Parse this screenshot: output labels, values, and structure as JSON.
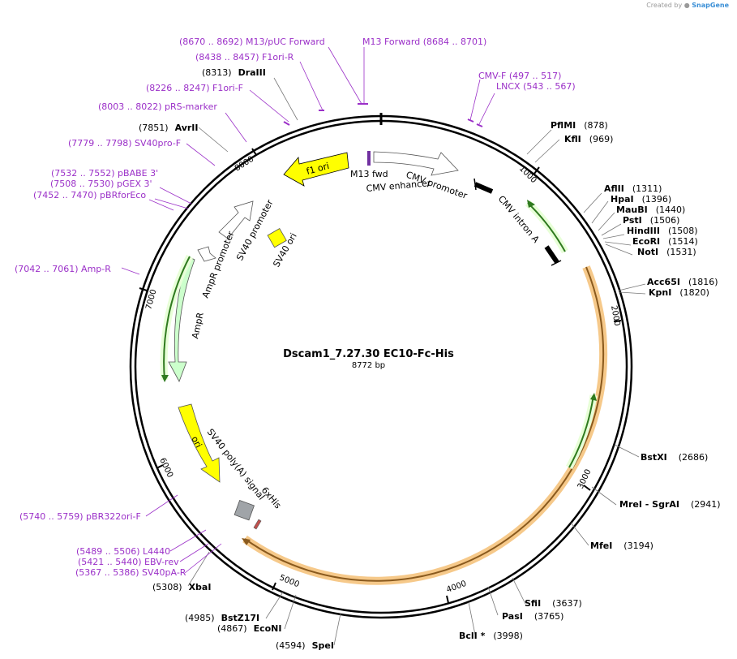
{
  "credit": {
    "prefix": "Created by",
    "brand": "SnapGene"
  },
  "plasmid": {
    "name": "Dscam1_7.27.30 EC10-Fc-His",
    "length_label": "8772 bp"
  },
  "ticks": [
    "1000",
    "2000",
    "3000",
    "4000",
    "5000",
    "6000",
    "7000",
    "8000"
  ],
  "sites": [
    {
      "name": "PflMI",
      "pos": "(878)"
    },
    {
      "name": "KflI",
      "pos": "(969)"
    },
    {
      "name": "AflII",
      "pos": "(1311)"
    },
    {
      "name": "HpaI",
      "pos": "(1396)"
    },
    {
      "name": "MauBI",
      "pos": "(1440)"
    },
    {
      "name": "PstI",
      "pos": "(1506)"
    },
    {
      "name": "HindIII",
      "pos": "(1508)"
    },
    {
      "name": "EcoRI",
      "pos": "(1514)"
    },
    {
      "name": "NotI",
      "pos": "(1531)"
    },
    {
      "name": "Acc65I",
      "pos": "(1816)"
    },
    {
      "name": "KpnI",
      "pos": "(1820)"
    },
    {
      "name": "BstXI",
      "pos": "(2686)"
    },
    {
      "name": "MreI  - SgrAI",
      "pos": "(2941)"
    },
    {
      "name": "MfeI",
      "pos": "(3194)"
    },
    {
      "name": "SfiI",
      "pos": "(3637)"
    },
    {
      "name": "PasI",
      "pos": "(3765)"
    },
    {
      "name": "BclI *",
      "pos": "(3998)"
    },
    {
      "name": "SpeI",
      "pos": "(4594)"
    },
    {
      "name": "EcoNI",
      "pos": "(4867)"
    },
    {
      "name": "BstZ17I",
      "pos": "(4985)"
    },
    {
      "name": "XbaI",
      "pos": "(5308)"
    },
    {
      "name": "AvrII",
      "pos": "(7851)"
    },
    {
      "name": "DraIII",
      "pos": "(8313)"
    }
  ],
  "primers": [
    {
      "text": "(8670 .. 8692)  M13/pUC Forward"
    },
    {
      "text": "M13 Forward   (8684 .. 8701)"
    },
    {
      "text": "(8438 .. 8457)  F1ori-R"
    },
    {
      "text": "(8226 .. 8247)  F1ori-F"
    },
    {
      "text": "(8003 .. 8022)  pRS-marker"
    },
    {
      "text": "(7779 .. 7798)  SV40pro-F"
    },
    {
      "text": "(7532 .. 7552)  pBABE 3'"
    },
    {
      "text": "(7508 .. 7530)  pGEX 3'"
    },
    {
      "text": "(7452 .. 7470)  pBRforEco"
    },
    {
      "text": "(7042 .. 7061)  Amp-R"
    },
    {
      "text": "CMV-F      (497 .. 517)"
    },
    {
      "text": "LNCX      (543 .. 567)"
    },
    {
      "text": "(5740 .. 5759)  pBR322ori-F"
    },
    {
      "text": "(5489 .. 5506)  L4440"
    },
    {
      "text": "(5421 .. 5440)  EBV-rev"
    },
    {
      "text": "(5367 .. 5386)  SV40pA-R"
    }
  ],
  "features": [
    {
      "label": "f1 ori",
      "color": "#ffff00"
    },
    {
      "label": "M13 fwd",
      "color": "#7030a0"
    },
    {
      "label": "CMV enhancer",
      "color": "#ffffff"
    },
    {
      "label": "CMV promoter",
      "color": "#ffffff"
    },
    {
      "label": "CMV intron A",
      "color": "#000000"
    },
    {
      "label": "SV40 promoter",
      "color": "#ffffff"
    },
    {
      "label": "SV40 ori",
      "color": "#ffff00"
    },
    {
      "label": "AmpR promoter",
      "color": "#ffffff"
    },
    {
      "label": "AmpR",
      "color": "#ccffcc"
    },
    {
      "label": "ori",
      "color": "#ffff00"
    },
    {
      "label": "SV40 poly(A) signal",
      "color": "#a0a4a8"
    },
    {
      "label": "6xHis",
      "color": "#c0504d"
    }
  ]
}
